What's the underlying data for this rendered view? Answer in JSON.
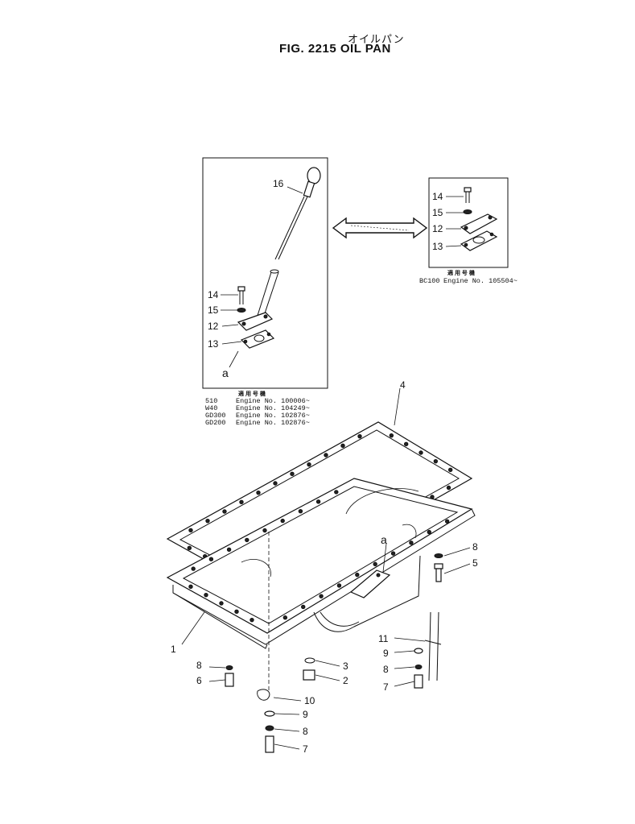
{
  "header": {
    "title_jp": "オイルパン",
    "title": "FIG. 2215  OIL PAN"
  },
  "inset_left": {
    "callouts": [
      "16",
      "14",
      "15",
      "12",
      "13",
      "a"
    ],
    "applicability_header": "適 用 号 機",
    "applicability": [
      {
        "model": "510",
        "engine": "Engine No. 100006~"
      },
      {
        "model": "W40",
        "engine": "Engine No. 104249~"
      },
      {
        "model": "GD300",
        "engine": "Engine No. 102876~"
      },
      {
        "model": "GD200",
        "engine": "Engine No. 102876~"
      }
    ]
  },
  "inset_right": {
    "callouts": [
      "14",
      "15",
      "12",
      "13"
    ],
    "applicability_header": "適 用 号 機",
    "applicability": [
      {
        "model": "BC100",
        "engine": "Engine No. 105504~"
      }
    ]
  },
  "main": {
    "callouts": {
      "gasket": "4",
      "pan": "1",
      "a": "a",
      "right_8": "8",
      "right_5": "5",
      "right_11": "11",
      "right_9": "9",
      "right_8b": "8",
      "right_7": "7",
      "left_8": "8",
      "left_6": "6",
      "mid_3": "3",
      "mid_2": "2",
      "mid_10": "10",
      "mid_9": "9",
      "mid_8": "8",
      "mid_7": "7"
    }
  }
}
